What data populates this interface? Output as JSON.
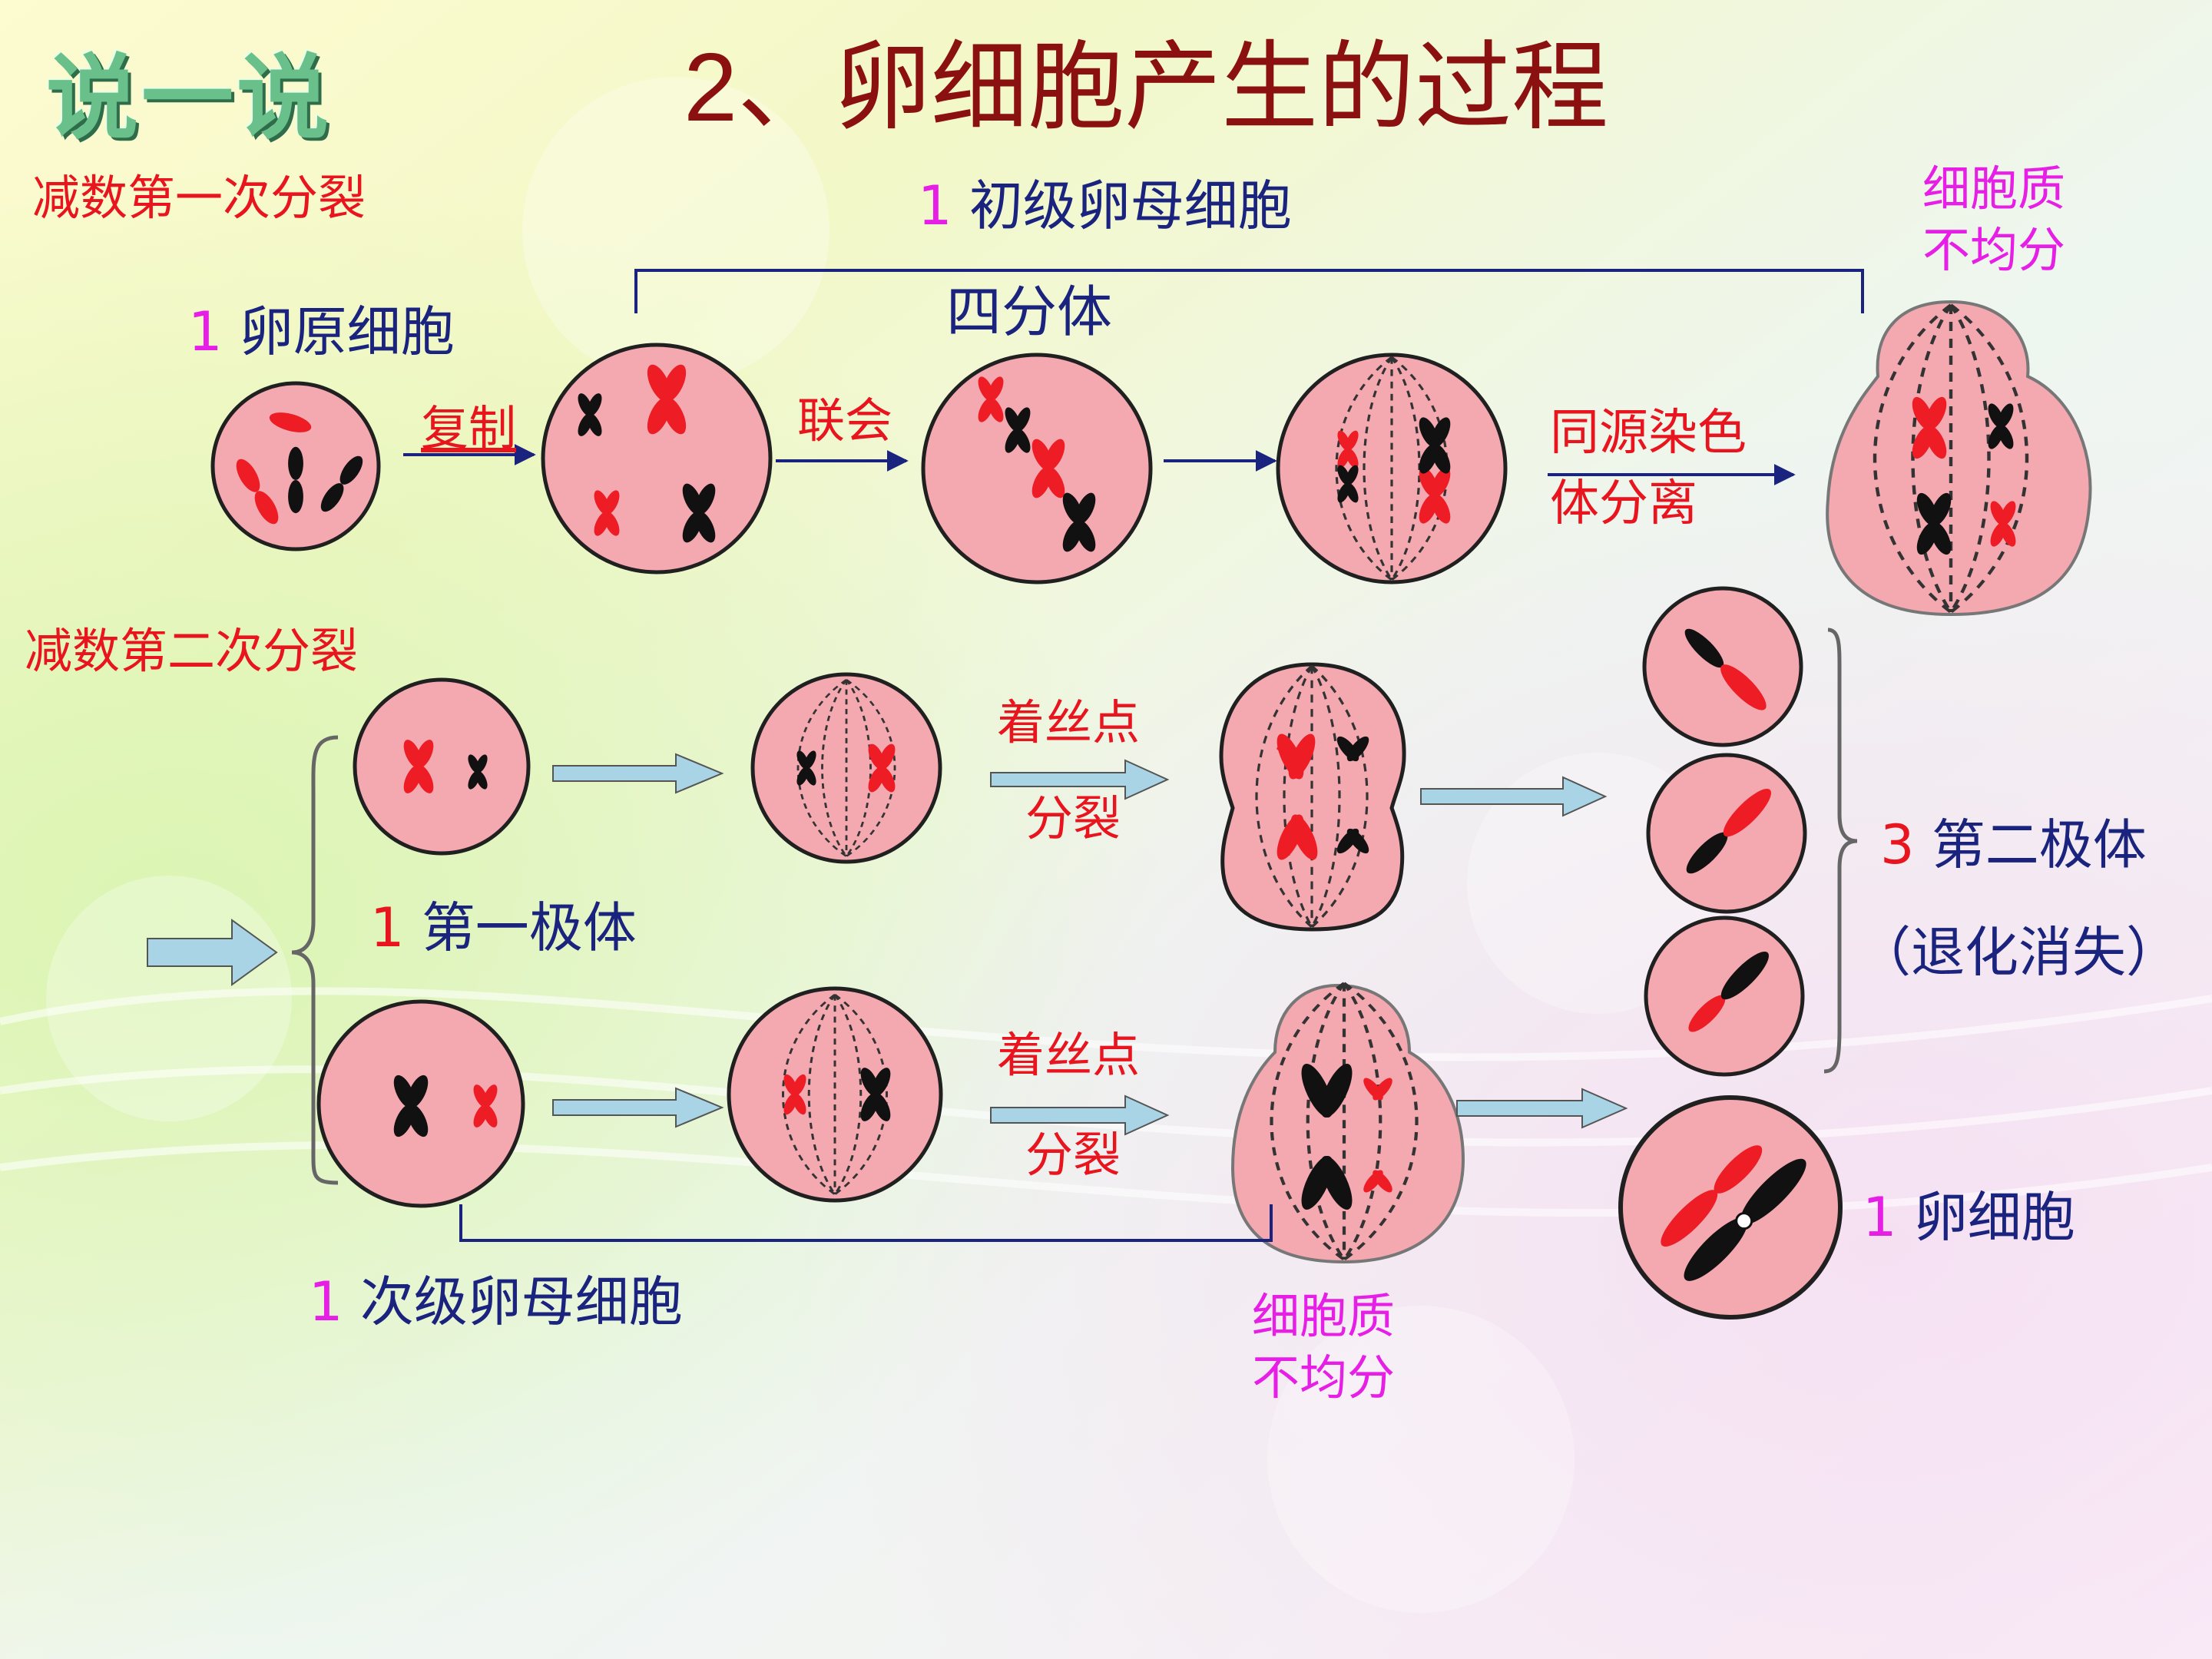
{
  "logo": {
    "text": "说一说"
  },
  "title": "2、卵细胞产生的过程",
  "sections": {
    "meiosis1": "减数第一次分裂",
    "meiosis2": "减数第二次分裂"
  },
  "labels": {
    "oogonium": {
      "num": "1",
      "text": "卵原细胞"
    },
    "primary_oocyte": {
      "num": "1",
      "text": "初级卵母细胞"
    },
    "tetrad": "四分体",
    "first_polar_body": {
      "num": "1",
      "text": "第一极体"
    },
    "secondary_oocyte": {
      "num": "1",
      "text": "次级卵母细胞"
    },
    "second_polar_body": {
      "num": "3",
      "text": "第二极体"
    },
    "degenerate": "（退化消失）",
    "egg": {
      "num": "1",
      "text": "卵细胞"
    }
  },
  "notes": {
    "replicate": "复制",
    "synapsis": "联会",
    "homolog_separation_1": "同源染色",
    "homolog_separation_2": "体分离",
    "unequal_top_1": "细胞质",
    "unequal_top_2": "不均分",
    "centromere_a_1": "着丝点",
    "centromere_a_2": "分裂",
    "centromere_b_1": "着丝点",
    "centromere_b_2": "分裂",
    "unequal_bottom_1": "细胞质",
    "unequal_bottom_2": "不均分"
  },
  "colors": {
    "title": "#8b1010",
    "section": "#e8141e",
    "label": "#1a237e",
    "number": "#e61ee6",
    "note_red": "#e8141e",
    "note_magenta": "#e61ee6",
    "cell_fill": "#f4a8b0",
    "cell_stroke": "#202020",
    "chrom_red": "#ee1c24",
    "chrom_black": "#111111",
    "arrow_fill": "#a9d4e6"
  }
}
